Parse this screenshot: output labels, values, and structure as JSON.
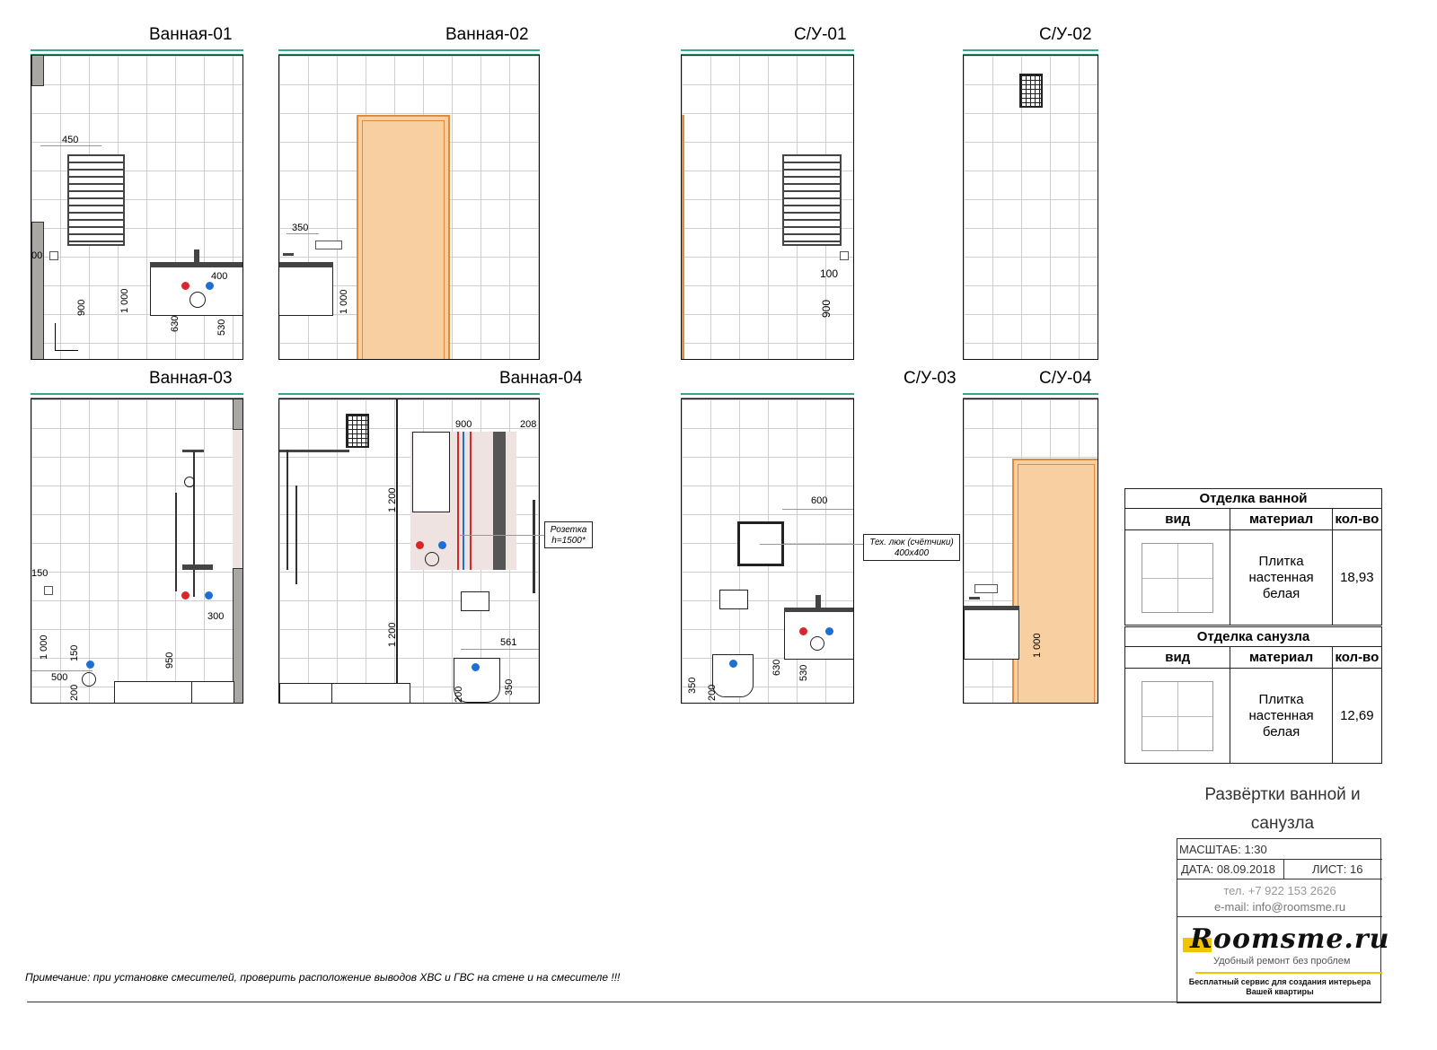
{
  "sheet": {
    "titles": {
      "v1": "Ванная-01",
      "v2": "Ванная-02",
      "su1": "С/У-01",
      "su2": "С/У-02",
      "v3": "Ванная-03",
      "v4": "Ванная-04",
      "su3": "С/У-03",
      "su4": "С/У-04"
    },
    "dims": {
      "v1_450": "450",
      "v1_400": "400",
      "v1_900": "900",
      "v1_1000": "1 000",
      "v1_630": "630",
      "v1_530": "530",
      "v1_00": "00",
      "v2_350": "350",
      "v2_1000": "1 000",
      "su1_100": "100",
      "su1_900": "900",
      "v3_150a": "150",
      "v3_1000": "1 000",
      "v3_150b": "150",
      "v3_500": "500",
      "v3_200": "200",
      "v3_950": "950",
      "v3_300": "300",
      "v4_900": "900",
      "v4_208": "208",
      "v4_1200a": "1 200",
      "v4_1200b": "1 200",
      "v4_561": "561",
      "v4_200": "200",
      "v4_350": "350",
      "su3_600": "600",
      "su3_630": "630",
      "su3_530": "530",
      "su3_350": "350",
      "su3_200": "200",
      "su4_1000": "1 000"
    },
    "callouts": {
      "socket_line1": "Розетка",
      "socket_line2": "h=1500*",
      "hatch_line1": "Тех. люк (счётчики)",
      "hatch_line2": "400х400"
    },
    "note": "Примечание: при установке смесителей, проверить расположение выводов ХВС и ГВС на стене и на смесителе !!!"
  },
  "finish_tables": [
    {
      "title": "Отделка ванной",
      "col_view": "вид",
      "col_material": "материал",
      "col_qty": "кол-во",
      "material": [
        "Плитка",
        "настенная",
        "белая"
      ],
      "qty": "18,93"
    },
    {
      "title": "Отделка санузла",
      "col_view": "вид",
      "col_material": "материал",
      "col_qty": "кол-во",
      "material": [
        "Плитка",
        "настенная",
        "белая"
      ],
      "qty": "12,69"
    }
  ],
  "stamp": {
    "title_line1": "Развёртки ванной и",
    "title_line2": "санузла",
    "scale": "МАСШТАБ: 1:30",
    "date": "ДАТА: 08.09.2018",
    "sheet": "ЛИСТ: 16",
    "phone": "тел. +7 922 153 2626",
    "email": "e-mail: info@roomsme.ru",
    "logo": "Roomsme.ru",
    "slogan": "Удобный ремонт без проблем",
    "service_line1": "Бесплатный сервис для создания интерьера",
    "service_line2": "Вашей квартиры"
  },
  "colors": {
    "accent_teal": "#3aa58c",
    "door_fill": "#f7cfa0",
    "door_border": "#e08a3c",
    "hot": "#d9262b",
    "cold": "#1d6fd1",
    "logo_yellow": "#f2c400"
  }
}
